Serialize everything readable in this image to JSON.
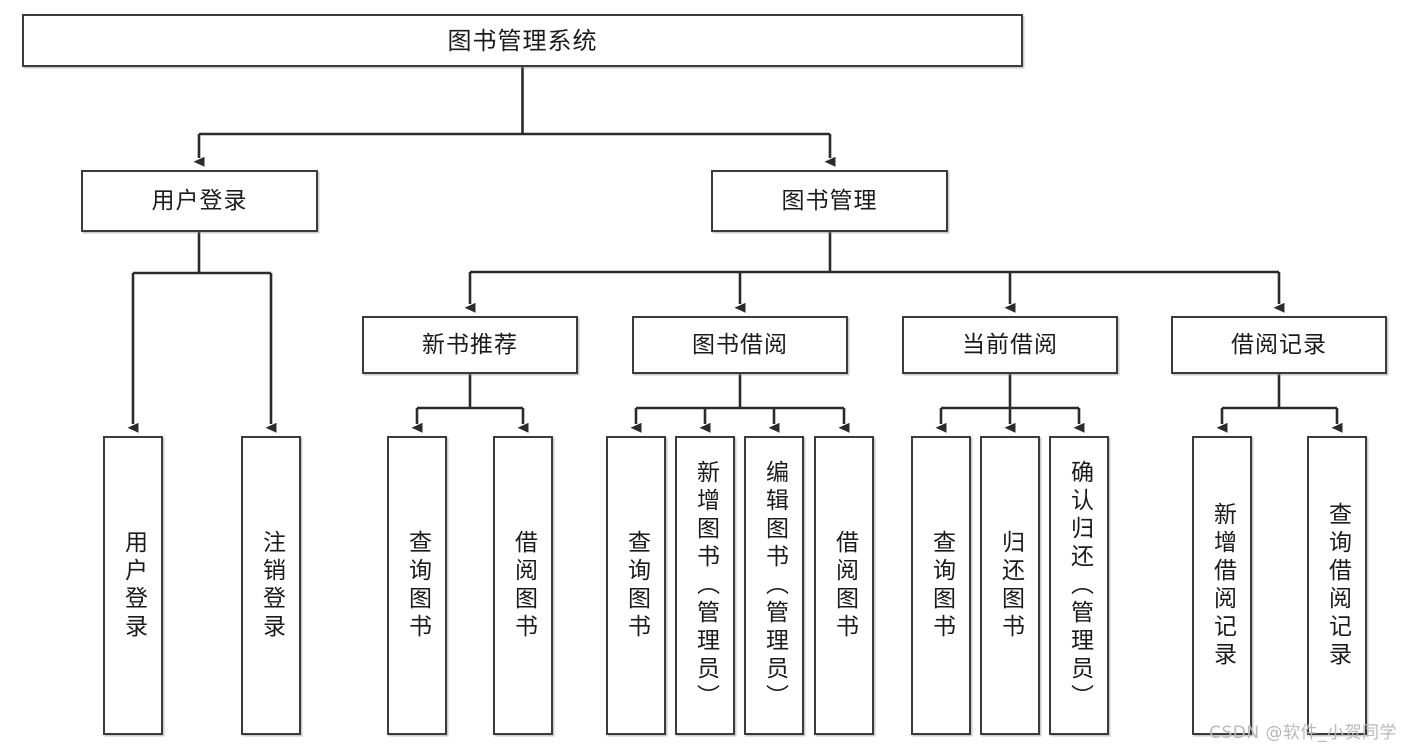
{
  "diagram": {
    "title": "图书管理系统",
    "type": "tree-hierarchy-chart",
    "watermark": "CSDN @软件_小贺同学",
    "colors": {
      "box_border": "#3b3b3b",
      "box_fill": "#ffffff",
      "edge": "#2b2b2b",
      "text": "#1b1b1b",
      "watermark": "#b9b9b9"
    },
    "nodes": {
      "root": {
        "label": "图书管理系统"
      },
      "level2": [
        {
          "id": "user-login",
          "label": "用户登录"
        },
        {
          "id": "book-management",
          "label": "图书管理"
        }
      ],
      "level3": [
        {
          "id": "new-book-recommend",
          "label": "新书推荐"
        },
        {
          "id": "book-borrow",
          "label": "图书借阅"
        },
        {
          "id": "current-borrow",
          "label": "当前借阅"
        },
        {
          "id": "borrow-record",
          "label": "借阅记录"
        }
      ],
      "leaves": {
        "user_login": [
          {
            "id": "leaf-user-login",
            "label": "用户登录"
          },
          {
            "id": "leaf-logout-login",
            "label": "注销登录"
          }
        ],
        "new_book_recommend": [
          {
            "id": "leaf-query-book-1",
            "label": "查询图书"
          },
          {
            "id": "leaf-borrow-book-1",
            "label": "借阅图书"
          }
        ],
        "book_borrow": [
          {
            "id": "leaf-query-book-2",
            "label": "查询图书"
          },
          {
            "id": "leaf-add-book",
            "label": "新增图书（管理员）"
          },
          {
            "id": "leaf-edit-book",
            "label": "编辑图书（管理员）"
          },
          {
            "id": "leaf-borrow-book-2",
            "label": "借阅图书"
          }
        ],
        "current_borrow": [
          {
            "id": "leaf-query-book-3",
            "label": "查询图书"
          },
          {
            "id": "leaf-return-book",
            "label": "归还图书"
          },
          {
            "id": "leaf-confirm-return",
            "label": "确认归还（管理员）"
          }
        ],
        "borrow_record": [
          {
            "id": "leaf-add-record",
            "label": "新增借阅记录"
          },
          {
            "id": "leaf-query-record",
            "label": "查询借阅记录"
          }
        ]
      }
    }
  }
}
